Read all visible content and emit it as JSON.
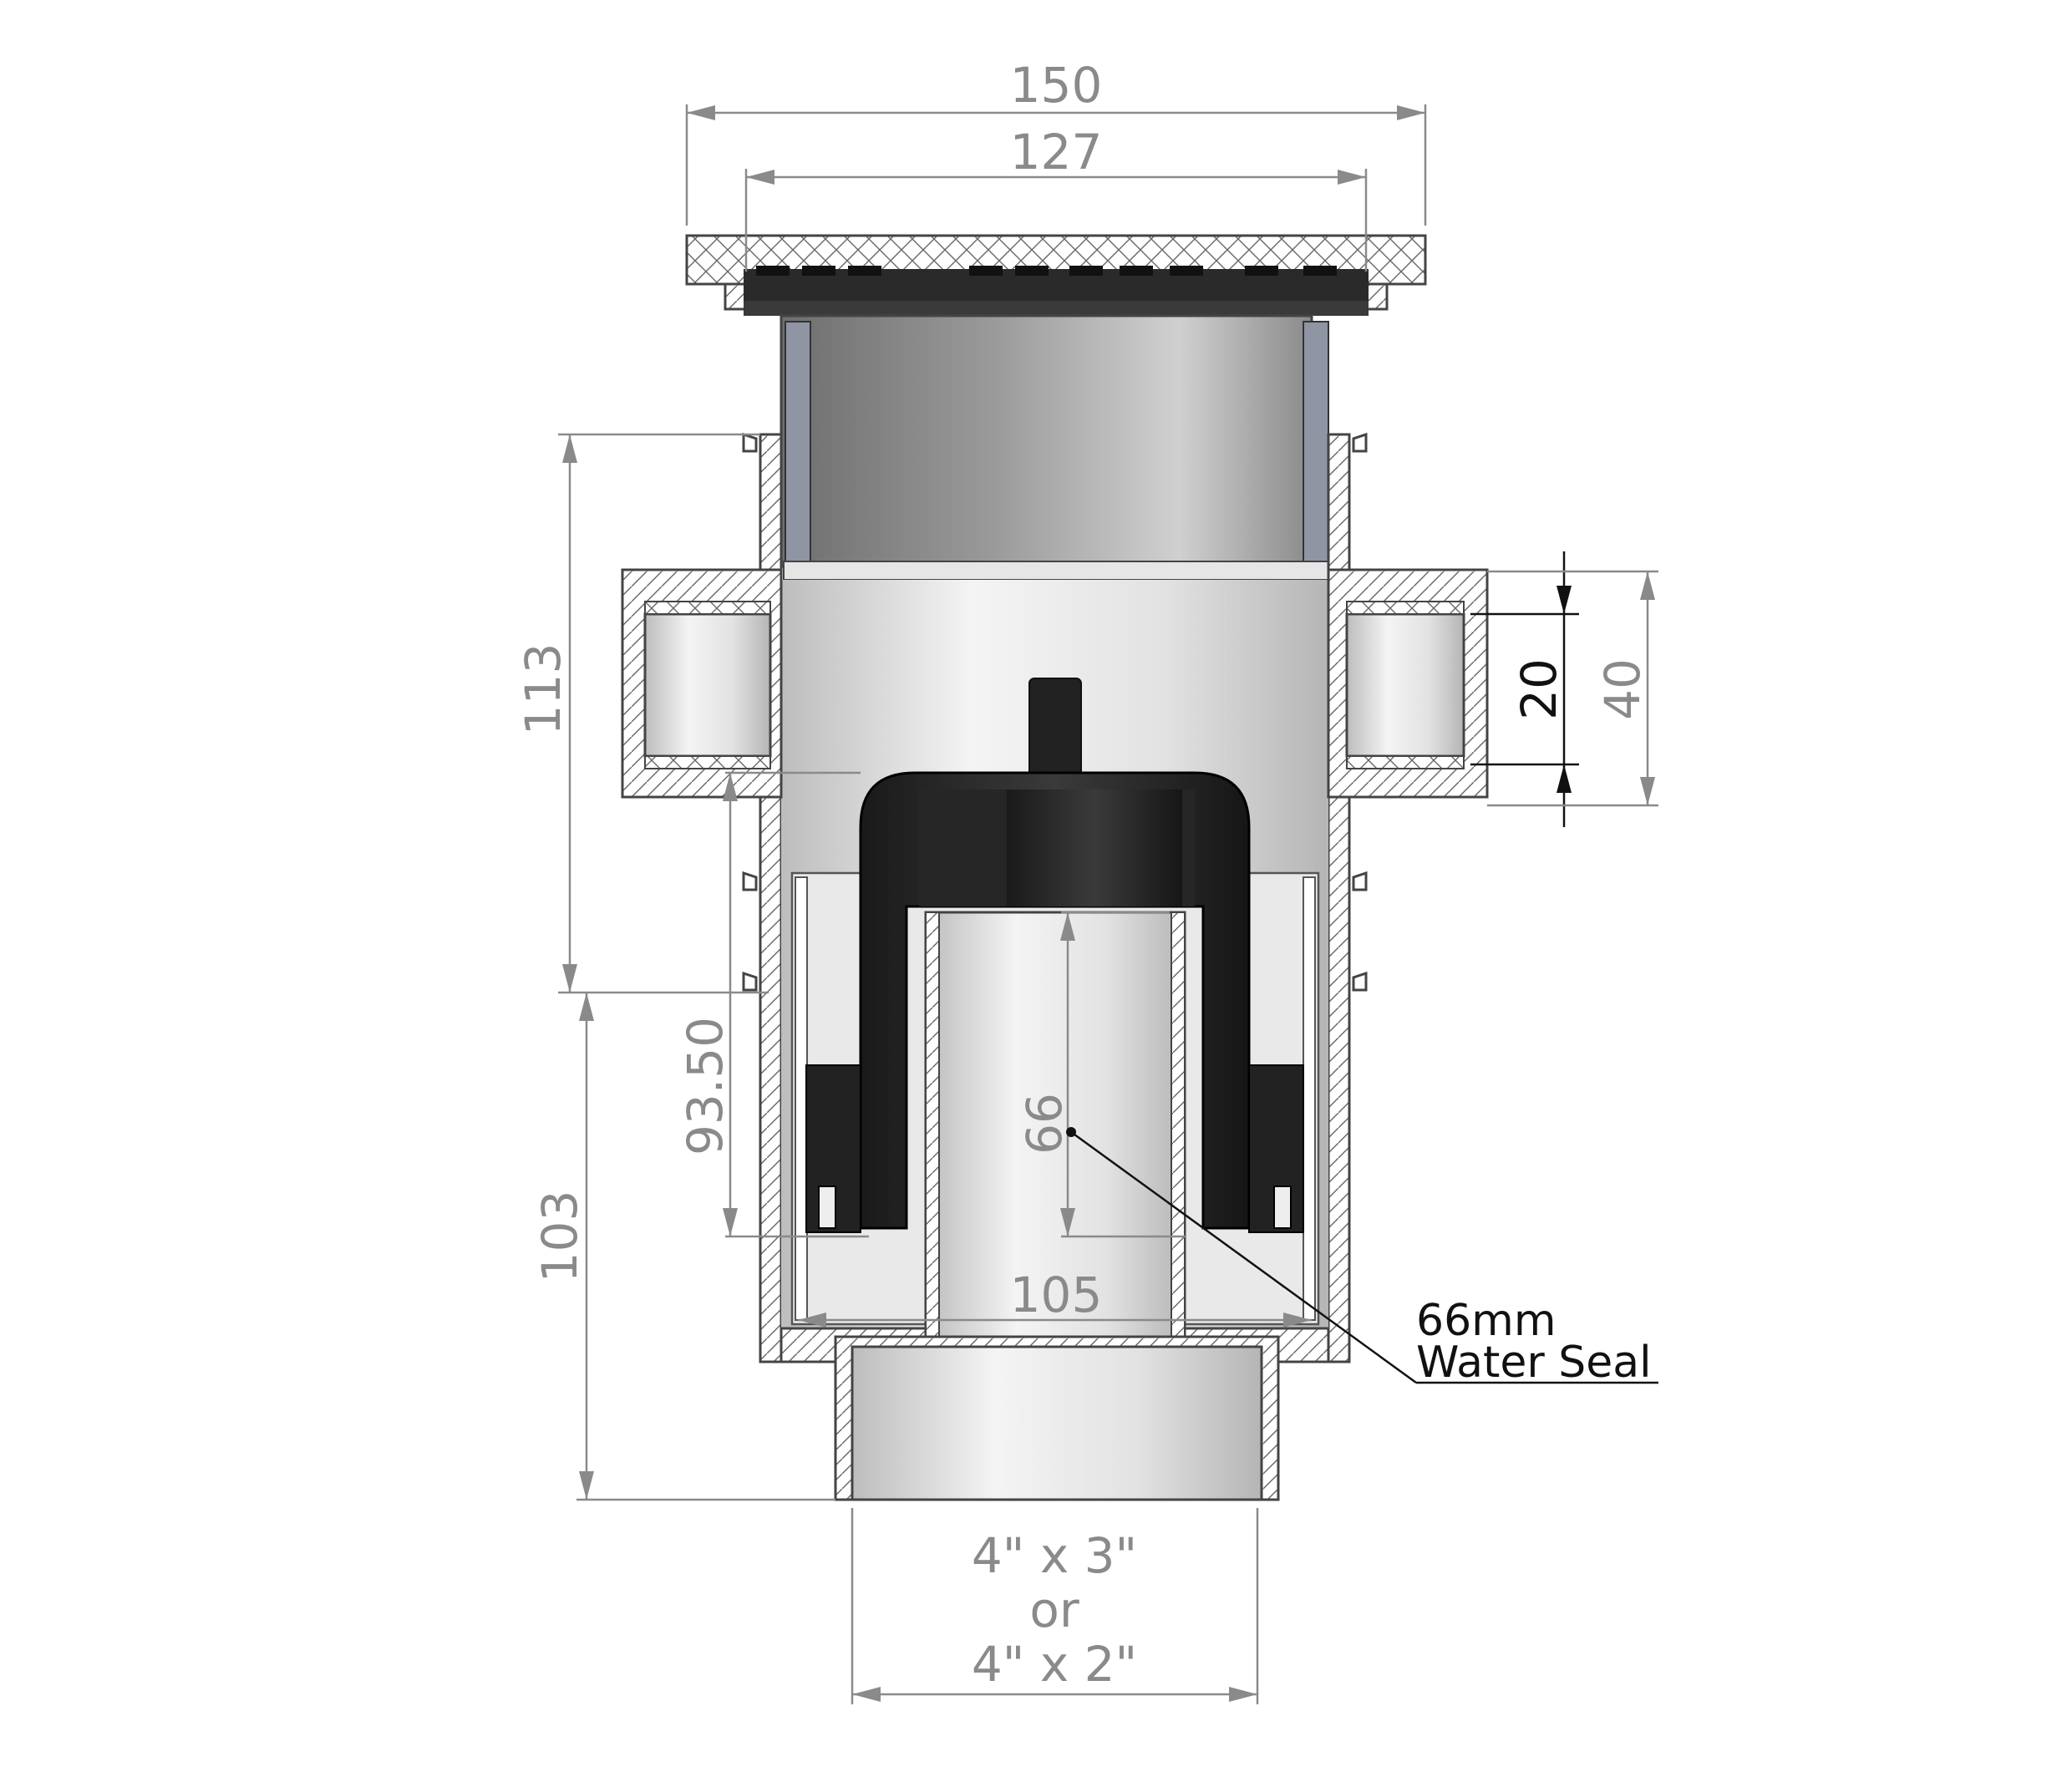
{
  "dimensions": {
    "overall_grate_width": "150",
    "grate_inner_width": "127",
    "upper_height": "113",
    "lower_height": "103",
    "trap_depth": "93.50",
    "seal_depth": "66",
    "base_width": "105",
    "inlet_inner": "20",
    "inlet_outer": "40"
  },
  "outlet_size": {
    "line1": "4\" x 3\"",
    "line2": "or",
    "line3": "4\" x 2\""
  },
  "callout": {
    "line1": "66mm",
    "line2": "Water Seal"
  },
  "colors": {
    "trap_dark": "#1c1c1c",
    "body_gray": "#d8d8d8",
    "dimension_gray": "#8a8a8a"
  }
}
